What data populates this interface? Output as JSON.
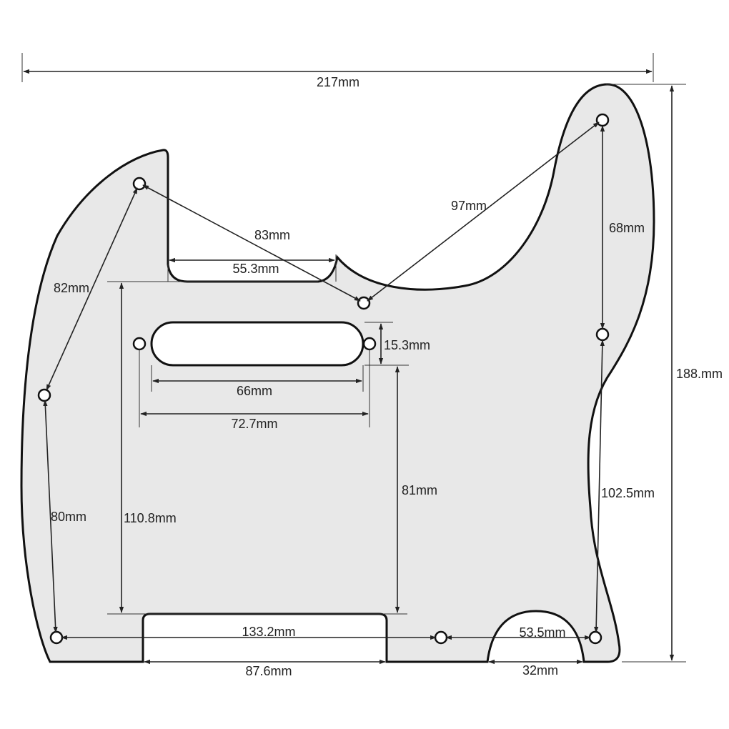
{
  "colors": {
    "pickguard_fill": "#e8e8e8",
    "outline": "#111111",
    "background": "#ffffff",
    "dimension": "#222222"
  },
  "dimensions": {
    "overall_width": "217mm",
    "overall_height": "188.mm",
    "upper_horn_spacing": "83mm",
    "neck_pocket_width": "55.3mm",
    "right_horn_spacing": "97mm",
    "right_upper_vertical": "68mm",
    "left_upper_diagonal": "82mm",
    "pickup_height": "15.3mm",
    "pickup_length": "66mm",
    "pickup_screw_spacing": "72.7mm",
    "pickup_to_bottom": "81mm",
    "neck_pocket_to_bottom": "110.8mm",
    "left_lower_vertical": "80mm",
    "right_lower_vertical": "102.5mm",
    "bottom_screw_span": "133.2mm",
    "right_bottom_span": "53.5mm",
    "bridge_cutout_width": "87.6mm",
    "jack_cutout_width": "32mm"
  }
}
